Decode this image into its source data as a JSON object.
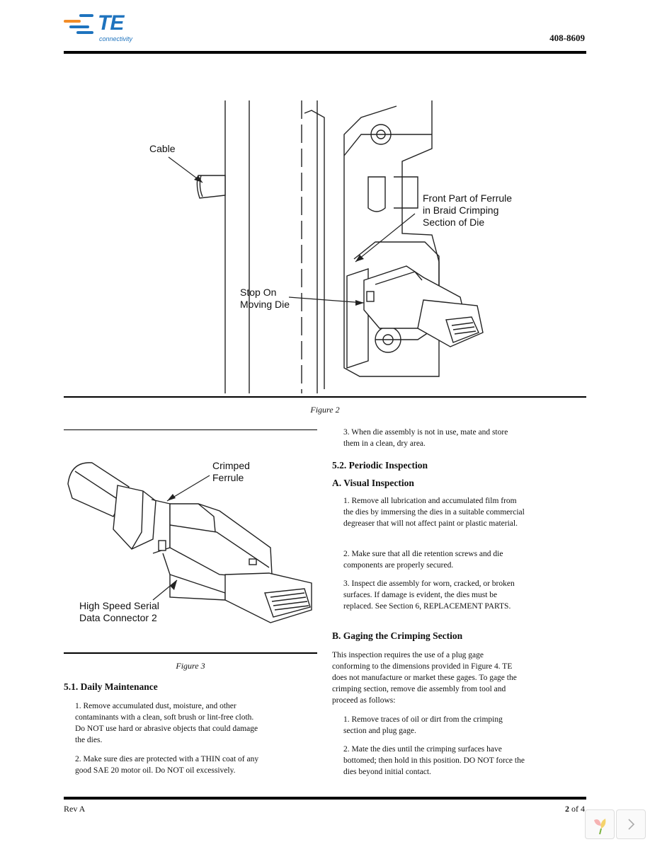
{
  "header": {
    "logo_text": "TE",
    "logo_sub": "connectivity",
    "doc_number": "408-8609"
  },
  "figure2": {
    "caption": "Figure 2",
    "label_cable": "Cable",
    "label_ferrule": [
      "Front Part of Ferrule",
      "in Braid Crimping",
      "Section of Die"
    ],
    "label_stop": [
      "Stop On",
      "Moving Die"
    ]
  },
  "figure3": {
    "caption": "Figure 3",
    "label_crimped": [
      "Crimped",
      "Ferrule"
    ],
    "label_connector": [
      "High Speed Serial",
      "Data Connector 2"
    ]
  },
  "left_col": {
    "heading_daily": "5.1. Daily Maintenance",
    "daily_1": "1. Remove accumulated dust, moisture, and other contaminants with a clean, soft brush or lint-free cloth. Do NOT use hard or abrasive objects that could damage the dies.",
    "daily_2": "2. Make sure dies are protected with a THIN coat of any good SAE 20 motor oil. Do NOT oil excessively."
  },
  "right_col": {
    "daily_3": "3. When die assembly is not in use, mate and store them in a clean, dry area.",
    "heading_periodic": "5.2. Periodic Inspection",
    "heading_visual": "A. Visual Inspection",
    "visual_1": "1. Remove all lubrication and accumulated film from the dies by immersing the dies in a suitable commercial degreaser that will not affect paint or plastic material.",
    "visual_2": "2. Make sure that all die retention screws and die components are properly secured.",
    "visual_3": "3. Inspect die assembly for worn, cracked, or broken surfaces. If damage is evident, the dies must be replaced. See Section 6, REPLACEMENT PARTS.",
    "heading_gaging": "B. Gaging the Crimping Section",
    "gaging_intro": "This inspection requires the use of a plug gage conforming to the dimensions provided in Figure 4. TE does not manufacture or market these gages. To gage the crimping section, remove die assembly from tool and proceed as follows:",
    "gaging_1": "1. Remove traces of oil or dirt from the crimping section and plug gage.",
    "gaging_2": "2. Mate the dies until the crimping surfaces have bottomed; then hold in this position. DO NOT force the dies beyond initial contact."
  },
  "footer": {
    "rev": "Rev A",
    "page_current": "2",
    "page_of": "of 4"
  },
  "colors": {
    "te_orange": "#f28c28",
    "te_blue": "#1e73be"
  }
}
